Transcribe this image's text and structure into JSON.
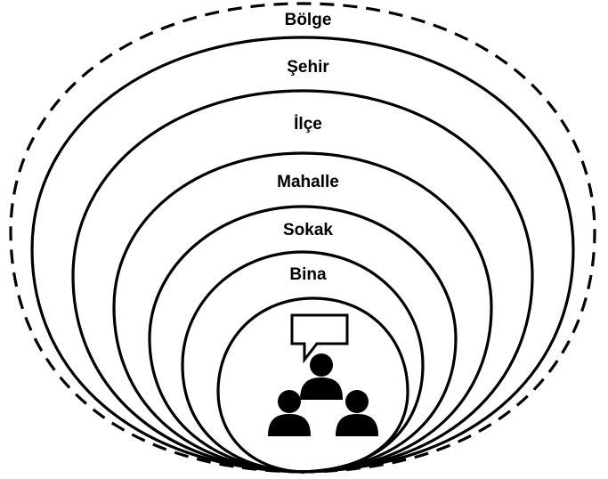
{
  "diagram": {
    "levels": [
      {
        "label": "Bölge",
        "style": "dashed"
      },
      {
        "label": "Şehir",
        "style": "solid"
      },
      {
        "label": "İlçe",
        "style": "solid"
      },
      {
        "label": "Mahalle",
        "style": "solid"
      },
      {
        "label": "Sokak",
        "style": "solid"
      },
      {
        "label": "Bina",
        "style": "solid"
      }
    ],
    "center_icon": "community-speech-icon",
    "colors": {
      "stroke": "#000000",
      "background": "#ffffff"
    }
  }
}
